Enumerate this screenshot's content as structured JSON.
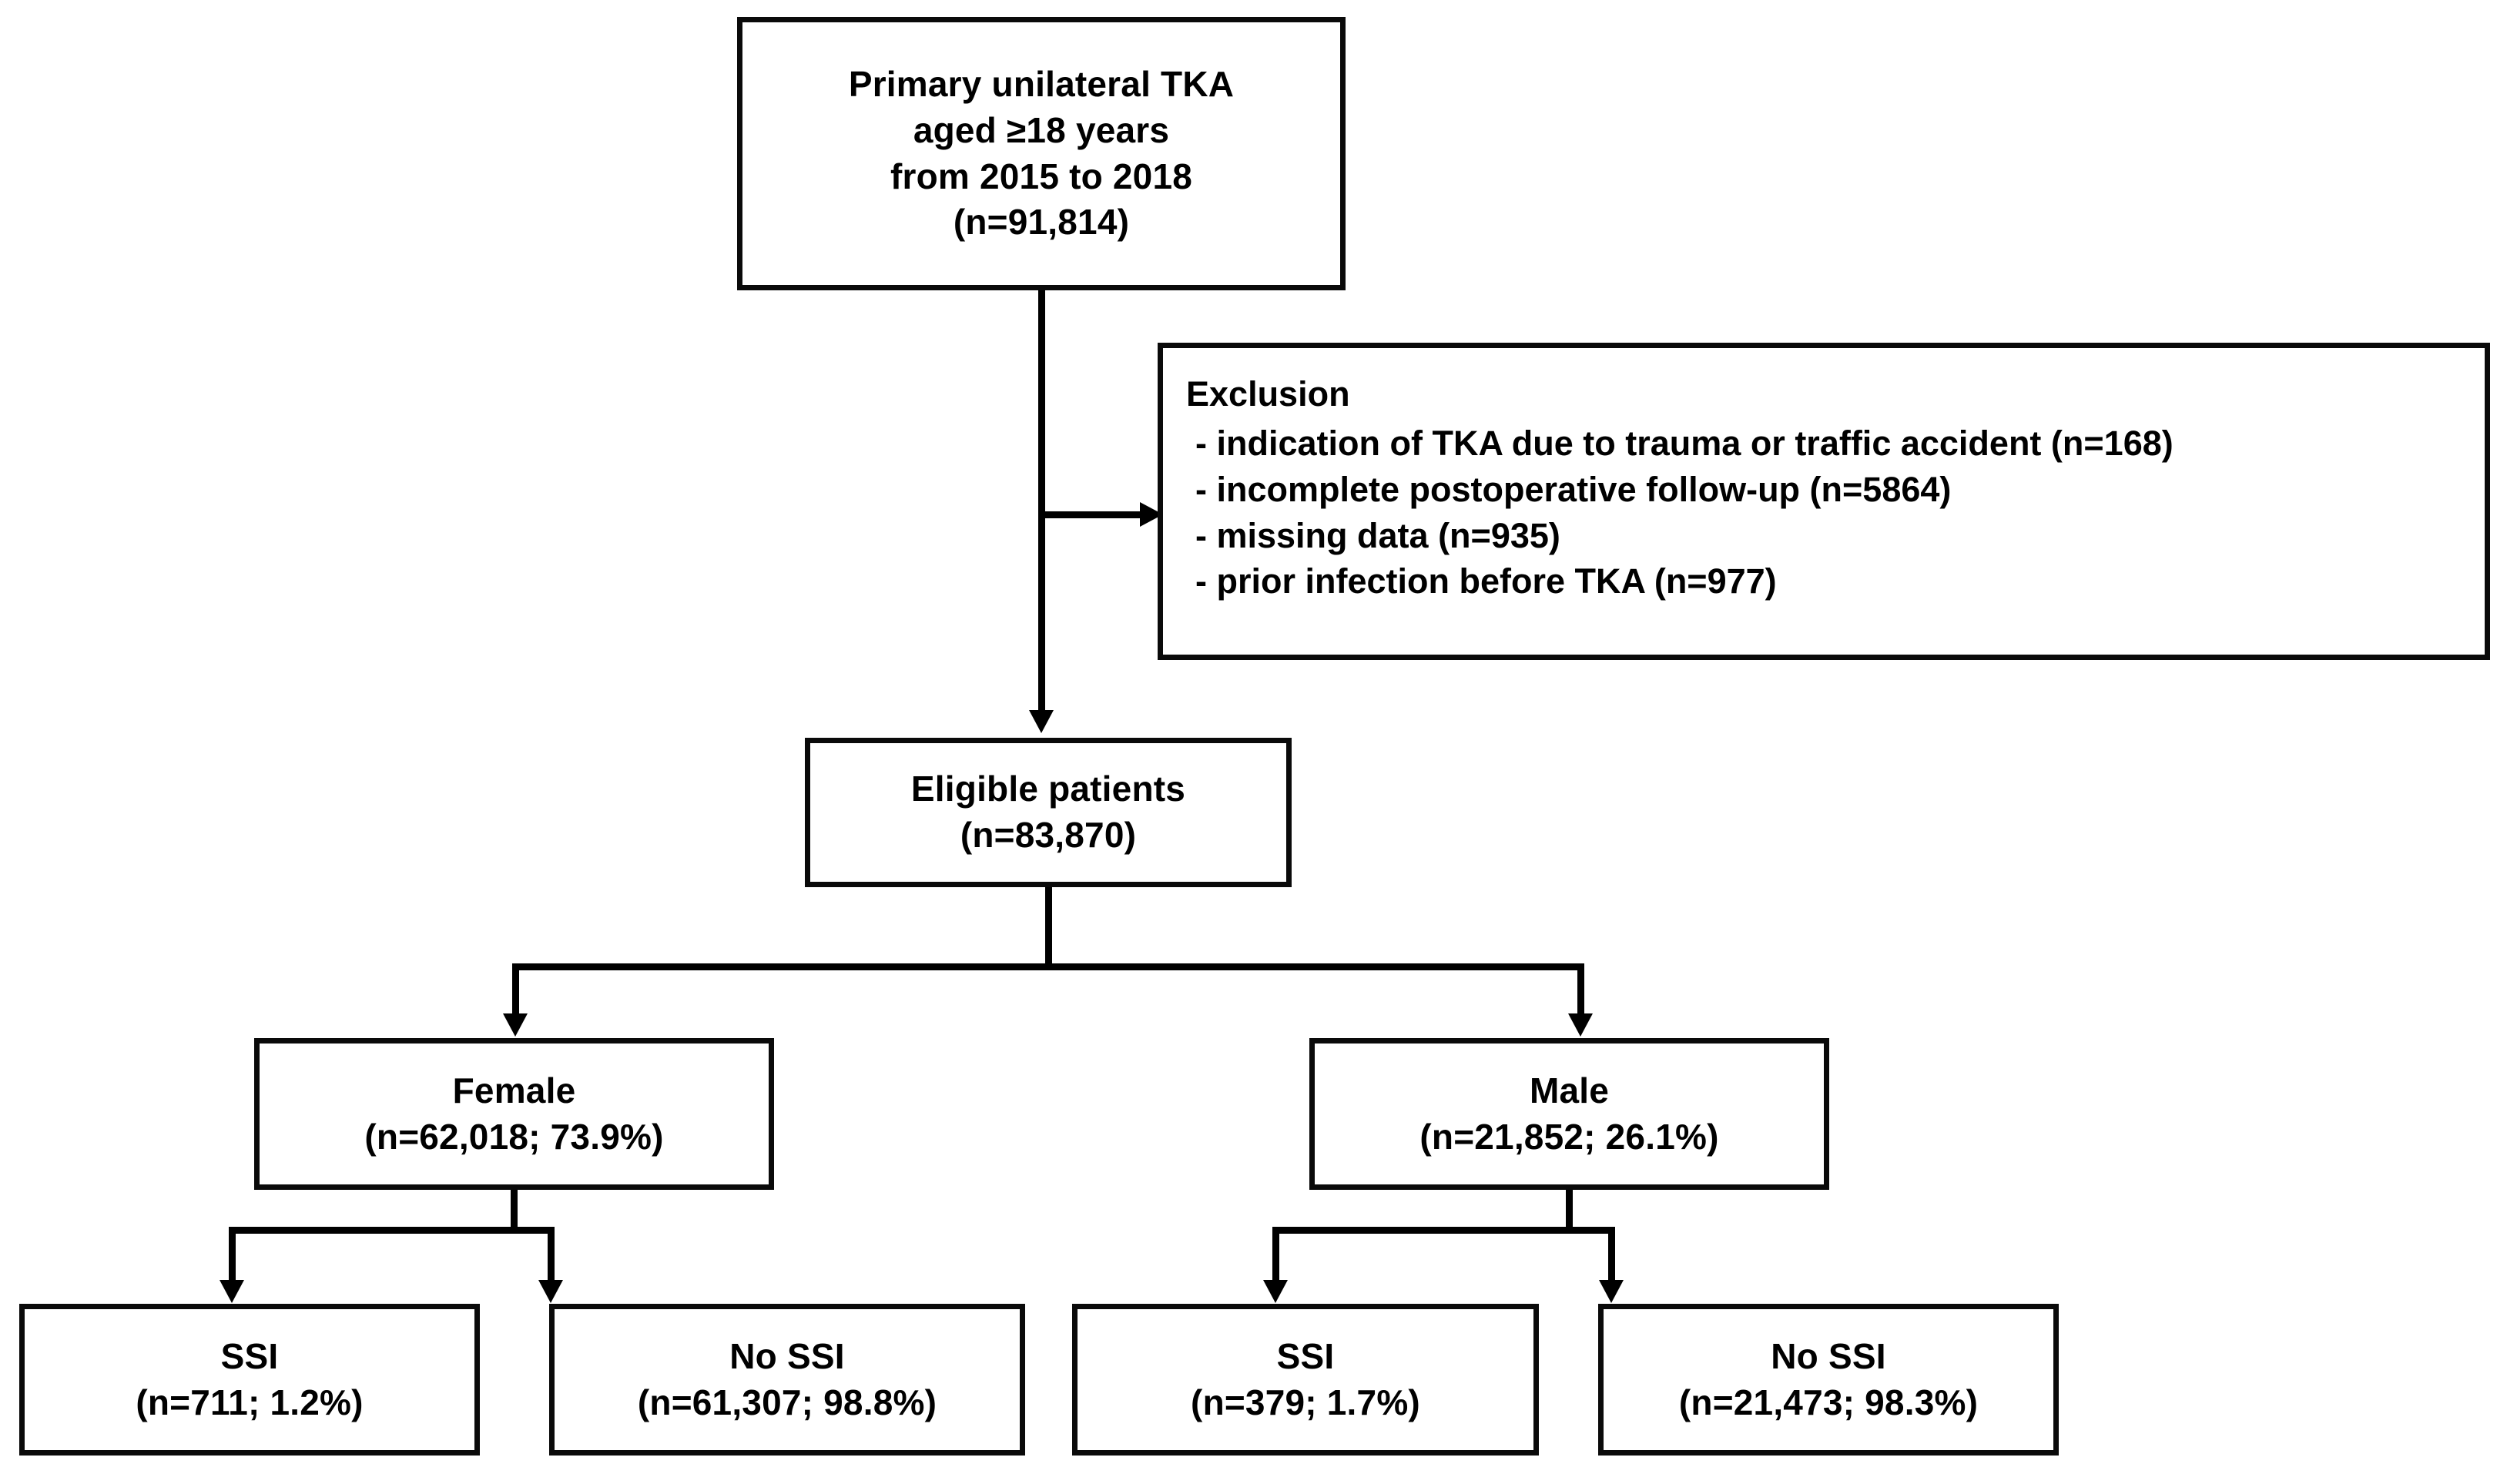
{
  "figure": {
    "type": "flowchart",
    "orientation": "top-down",
    "background_color": "#ffffff",
    "line_color": "#000000",
    "text_color": "#000000"
  },
  "nodes": {
    "source": {
      "lines": [
        "Primary unilateral TKA",
        "aged ≥18 years",
        "from 2015 to 2018",
        "(n=91,814)"
      ],
      "n": 91814
    },
    "exclusion": {
      "title": "Exclusion",
      "items": [
        "- indication of TKA due to trauma or traffic accident (n=168)",
        "- incomplete postoperative follow-up (n=5864)",
        "- missing data (n=935)",
        "- prior infection before TKA (n=977)"
      ],
      "counts": {
        "trauma_or_traffic_accident": 168,
        "incomplete_postoperative_follow_up": 5864,
        "missing_data": 935,
        "prior_infection_before_tka": 977
      }
    },
    "eligible": {
      "lines": [
        "Eligible patients",
        "(n=83,870)"
      ],
      "n": 83870
    },
    "female": {
      "lines": [
        "Female",
        "(n=62,018; 73.9%)"
      ],
      "n": 62018,
      "percent": 73.9
    },
    "male": {
      "lines": [
        "Male",
        "(n=21,852; 26.1%)"
      ],
      "n": 21852,
      "percent": 26.1
    },
    "female_ssi": {
      "lines": [
        "SSI",
        "(n=711; 1.2%)"
      ],
      "n": 711,
      "percent": 1.2
    },
    "female_no_ssi": {
      "lines": [
        "No SSI",
        "(n=61,307; 98.8%)"
      ],
      "n": 61307,
      "percent": 98.8
    },
    "male_ssi": {
      "lines": [
        "SSI",
        "(n=379; 1.7%)"
      ],
      "n": 379,
      "percent": 1.7
    },
    "male_no_ssi": {
      "lines": [
        "No SSI",
        "(n=21,473; 98.3%)"
      ],
      "n": 21473,
      "percent": 98.3
    }
  }
}
